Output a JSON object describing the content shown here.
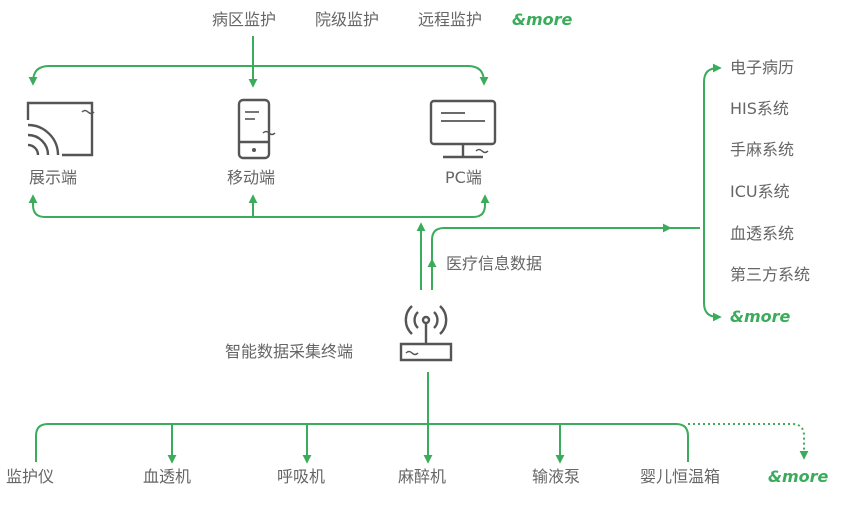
{
  "top_sources": [
    "病区监护",
    "院级监护",
    "远程监护"
  ],
  "top_more": "&more",
  "terminals": {
    "display": "展示端",
    "mobile": "移动端",
    "pc": "PC端"
  },
  "medical_info_label": "医疗信息数据",
  "collector_label": "智能数据采集终端",
  "systems": [
    "电子病历",
    "HIS系统",
    "手麻系统",
    "ICU系统",
    "血透系统",
    "第三方系统"
  ],
  "systems_more": "&more",
  "devices": [
    "监护仪",
    "血透机",
    "呼吸机",
    "麻醉机",
    "输液泵",
    "婴儿恒温箱"
  ],
  "devices_more": "&more",
  "colors": {
    "line": "#3bab5c",
    "icon": "#555555",
    "text": "#666666"
  }
}
